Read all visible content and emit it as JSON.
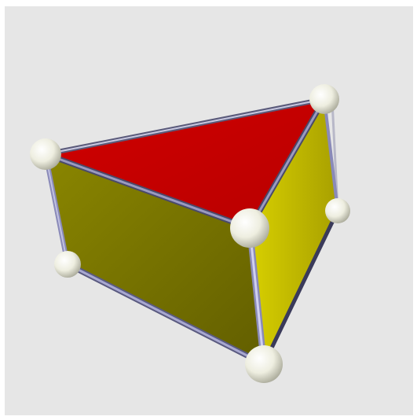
{
  "scene": {
    "background_color": "#e6e6e6",
    "object": "triangular-prism",
    "colors": {
      "top_face": "#cc0000",
      "left_face": "#7c7800",
      "right_face": "#c8c000",
      "edge": "#8a8ab8",
      "vertex": "#f2f2e8"
    },
    "vertex_count": 6,
    "edge_count": 9,
    "face_count": 5
  }
}
